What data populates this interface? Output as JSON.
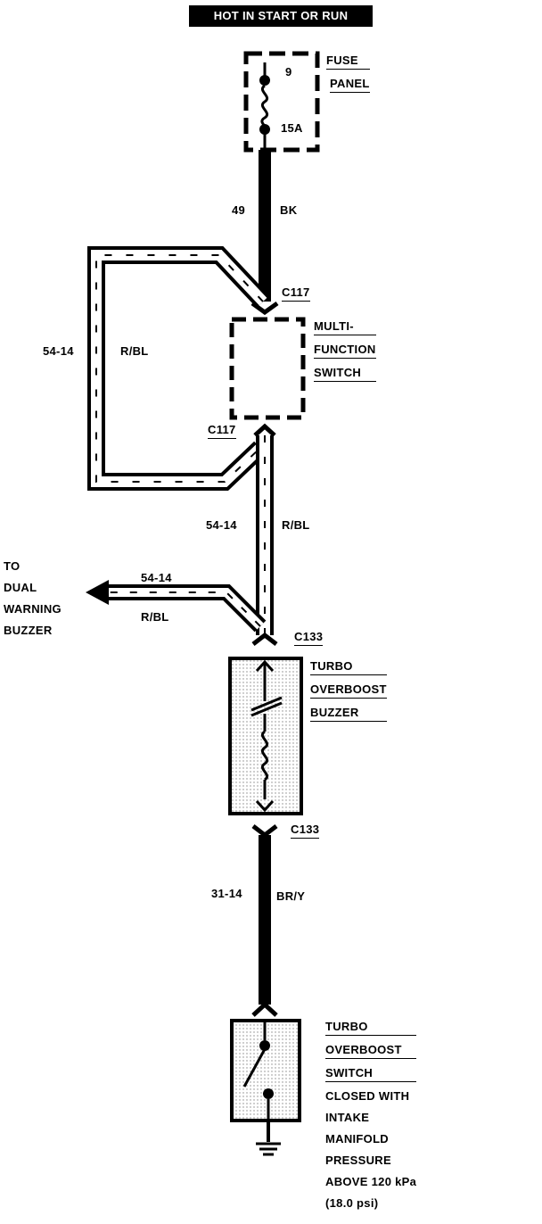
{
  "header": {
    "title": "HOT IN START OR RUN"
  },
  "fuse_panel": {
    "label_line1": "FUSE",
    "label_line2": "PANEL",
    "number": "9",
    "rating": "15A"
  },
  "wires": {
    "w49": {
      "circuit": "49",
      "color": "BK"
    },
    "loop": {
      "circuit": "54-14",
      "color": "R/BL"
    },
    "mid": {
      "circuit": "54-14",
      "color": "R/BL"
    },
    "branch": {
      "circuit": "54-14",
      "color": "R/BL"
    },
    "lower": {
      "circuit": "31-14",
      "color": "BR/Y"
    }
  },
  "connectors": {
    "c117_top": "C117",
    "c117_bottom": "C117",
    "c133_top": "C133",
    "c133_bottom": "C133"
  },
  "multifunction_switch": {
    "line1": "MULTI-",
    "line2": "FUNCTION",
    "line3": "SWITCH"
  },
  "dual_warning": {
    "line1": "TO",
    "line2": "DUAL",
    "line3": "WARNING",
    "line4": "BUZZER"
  },
  "turbo_buzzer": {
    "line1": "TURBO",
    "line2": "OVERBOOST",
    "line3": "BUZZER"
  },
  "turbo_switch": {
    "line1": "TURBO",
    "line2": "OVERBOOST",
    "line3": "SWITCH",
    "line4": "CLOSED WITH",
    "line5": "INTAKE",
    "line6": "MANIFOLD",
    "line7": "PRESSURE",
    "line8": "ABOVE 120 kPa",
    "line9": "(18.0 psi)"
  }
}
